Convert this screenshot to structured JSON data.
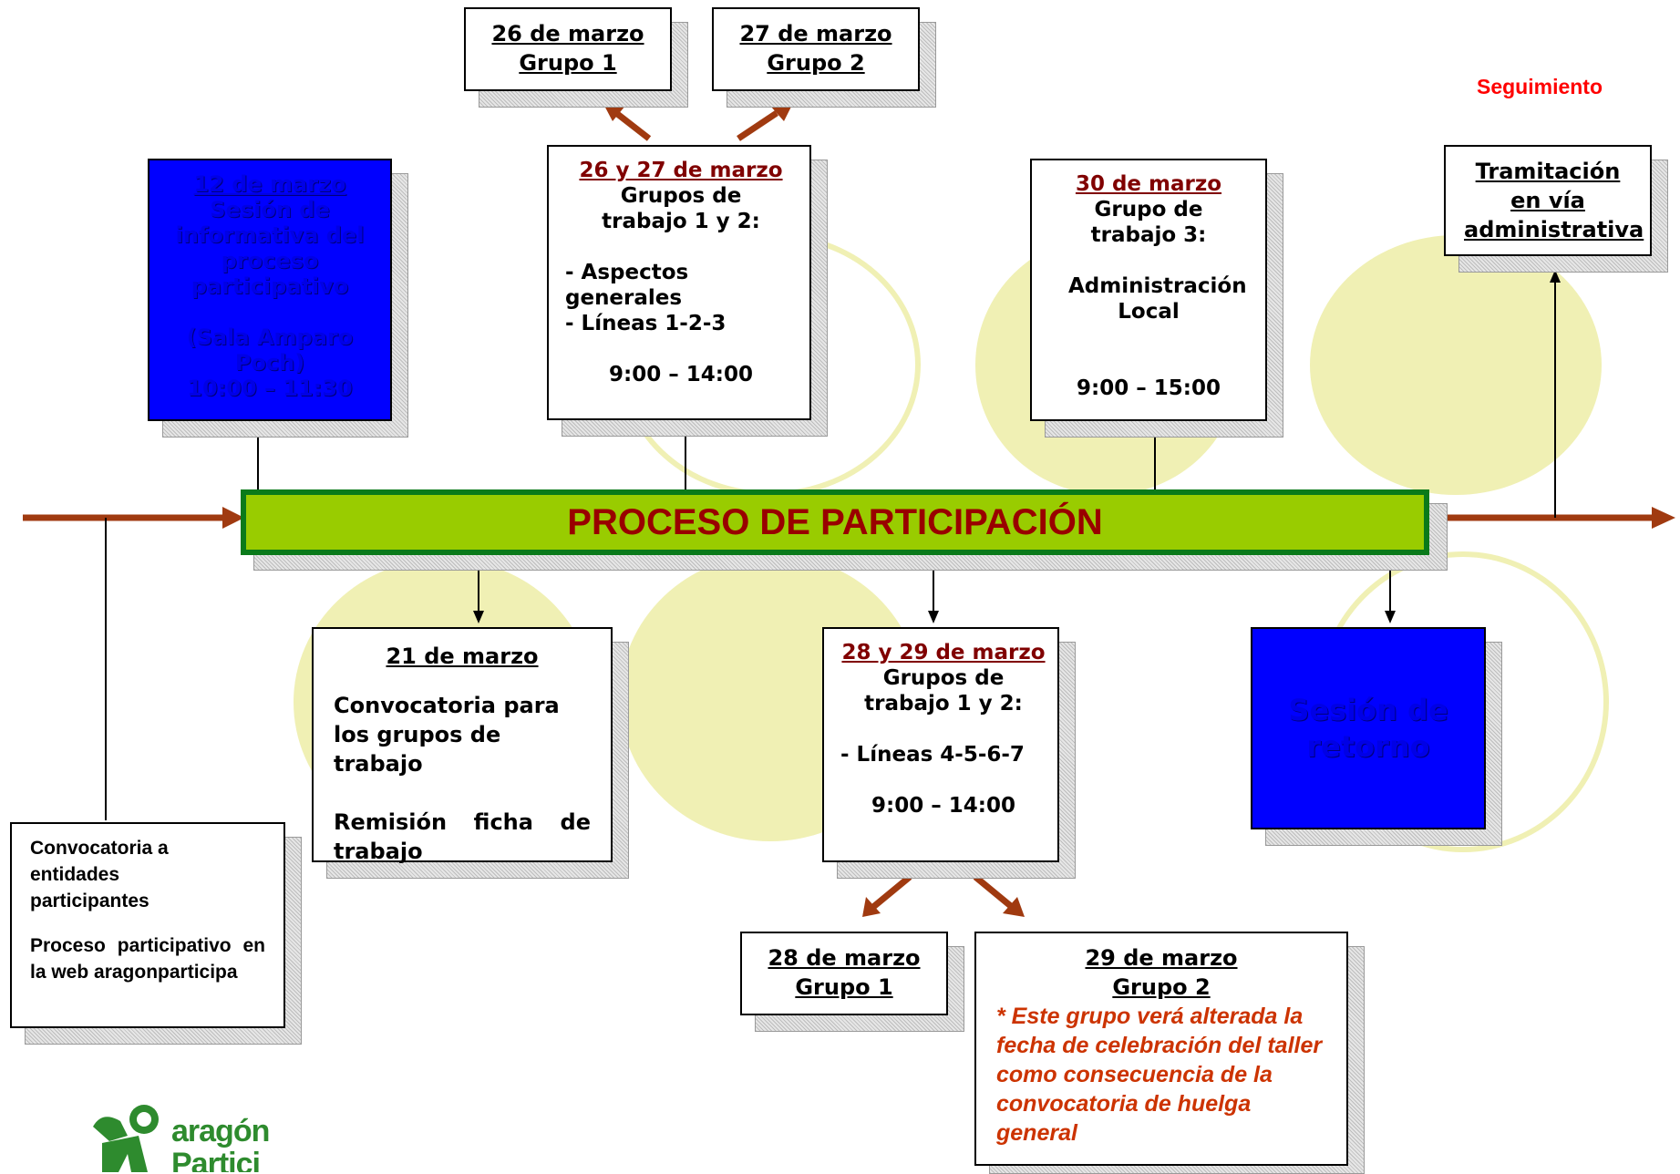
{
  "title": "PROCESO DE PARTICIPACIÓN",
  "seguimiento": "Seguimiento",
  "boxes": {
    "b12": {
      "date": "12 de marzo",
      "line1": "Sesión de informativa del proceso participativo",
      "line2": "(Sala Amparo Poch)",
      "time": "10:00 – 11:30"
    },
    "b2627": {
      "date": "26 y 27 de marzo",
      "groups": "Grupos de trabajo 1 y 2:",
      "item1": "- Aspectos generales",
      "item2": "- Líneas 1-2-3",
      "time": "9:00 – 14:00"
    },
    "b26": {
      "date": "26 de marzo",
      "group": "Grupo 1"
    },
    "b27": {
      "date": "27 de marzo",
      "group": "Grupo 2"
    },
    "b30": {
      "date": "30 de marzo",
      "groups": "Grupo de trabajo 3:",
      "topic": "Administración Local",
      "time": "9:00 – 15:00"
    },
    "tram": {
      "text": "Tramitación en vía administrativa"
    },
    "b21": {
      "date": "21 de marzo",
      "p1": "Convocatoria para los grupos de trabajo",
      "p2": "Remisión ficha de trabajo"
    },
    "b2829": {
      "date": "28 y 29 de marzo",
      "groups": "Grupos de trabajo 1 y 2:",
      "item": "- Líneas 4-5-6-7",
      "time": "9:00 – 14:00"
    },
    "b28": {
      "date": "28 de marzo",
      "group": "Grupo 1"
    },
    "b29": {
      "date": "29 de marzo",
      "group": "Grupo 2",
      "note": "* Este grupo verá alterada la fecha de celebración del taller como consecuencia de la convocatoria de huelga general"
    },
    "retorno": {
      "text": "Sesión de retorno"
    },
    "conv": {
      "p1": "Convocatoria a entidades participantes",
      "p2": "Proceso participativo en la web aragonparticipa"
    }
  },
  "logo": {
    "text": "aragón",
    "text2": "Partici"
  },
  "colors": {
    "bar": "#99cc00",
    "bar_border": "#0a7a1a",
    "title": "#990000",
    "arrow": "#a03a10",
    "date_red": "#800000",
    "note": "#cc3300",
    "seguimiento": "#ff0000",
    "bg_circle": "#f0f0b4",
    "logo": "#2e8b2e"
  }
}
